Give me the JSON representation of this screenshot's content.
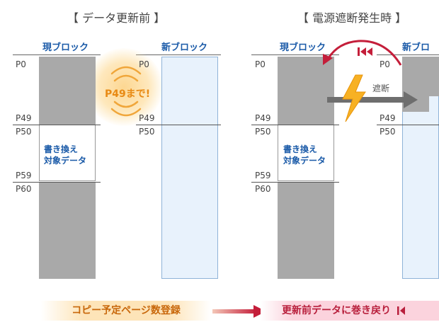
{
  "left_panel": {
    "title": "【 データ更新前 】",
    "current_block_label": "現ブロック",
    "new_block_label": "新ブロック",
    "current_page_labels": [
      "P0",
      "P49",
      "P50",
      "P59",
      "P60"
    ],
    "new_page_labels": [
      "P0",
      "P49",
      "P50"
    ],
    "rewrite_target_line1": "書き換え",
    "rewrite_target_line2": "対象データ",
    "callout": "P49まで!"
  },
  "right_panel": {
    "title": "【 電源遮断発生時 】",
    "current_block_label": "現ブロック",
    "new_block_label": "新ブロ",
    "current_page_labels": [
      "P0",
      "P49",
      "P50",
      "P59",
      "P60"
    ],
    "new_page_labels": [
      "P0",
      "P49",
      "P50"
    ],
    "rewrite_target_line1": "書き換え",
    "rewrite_target_line2": "対象データ",
    "shutdown_label": "遮断",
    "rewind_icon": "rewind-icon"
  },
  "footer": {
    "step1": "コピー予定ページ数登録",
    "step2": "更新前データに巻き戻り"
  },
  "colors": {
    "accent_blue": "#1a5aa8",
    "orange": "#e88a14",
    "red": "#b81f3c",
    "gray_block": "#a9a9a9",
    "light_blue": "#e8f2fc"
  }
}
